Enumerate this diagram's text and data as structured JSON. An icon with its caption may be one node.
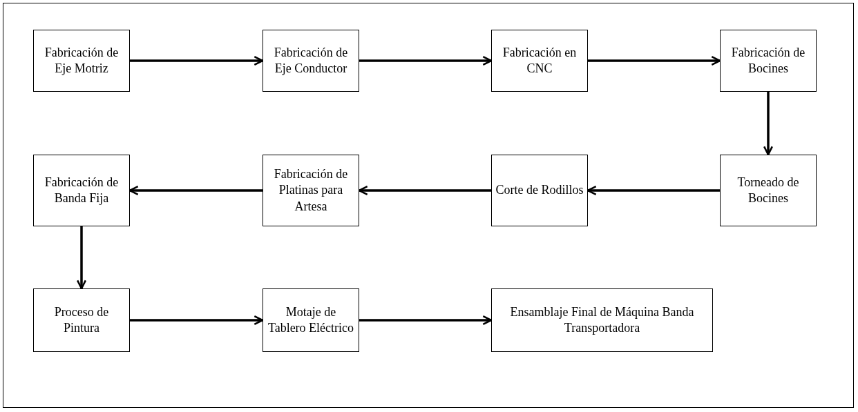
{
  "diagram": {
    "nodes": [
      {
        "text": [
          "Fabricación de Eje Motriz"
        ]
      },
      {
        "text": [
          "Fabricación de Eje Conductor"
        ]
      },
      {
        "text": [
          "Fabricación en CNC"
        ]
      },
      {
        "text": [
          "Fabricación de Bocines"
        ]
      },
      {
        "text": [
          "Torneado de Bocines"
        ]
      },
      {
        "text": [
          "Corte de Rodillos"
        ]
      },
      {
        "text": [
          "Fabricación de Platinas para Artesa"
        ]
      },
      {
        "text": [
          "Fabricación de Banda Fija"
        ]
      },
      {
        "text": [
          "Proceso de Pintura"
        ]
      },
      {
        "text": [
          "Motaje de Tablero Eléctrico"
        ]
      },
      {
        "text": [
          "Ensamblaje Final de Máquina Banda Transportadora"
        ]
      }
    ],
    "edges": [
      {
        "from": 0,
        "to": 1,
        "arrow": "to"
      },
      {
        "from": 1,
        "to": 2,
        "arrow": "to"
      },
      {
        "from": 2,
        "to": 3,
        "arrow": "to"
      },
      {
        "from": 3,
        "to": 4,
        "arrow": "to"
      },
      {
        "from": 4,
        "to": 5,
        "arrow": "to"
      },
      {
        "from": 5,
        "to": 6,
        "arrow": "to"
      },
      {
        "from": 6,
        "to": 7,
        "arrow": "to"
      },
      {
        "from": 7,
        "to": 8,
        "arrow": "to"
      },
      {
        "from": 8,
        "to": 9,
        "arrow": "to"
      },
      {
        "from": 9,
        "to": 10,
        "arrow": "to"
      }
    ]
  }
}
